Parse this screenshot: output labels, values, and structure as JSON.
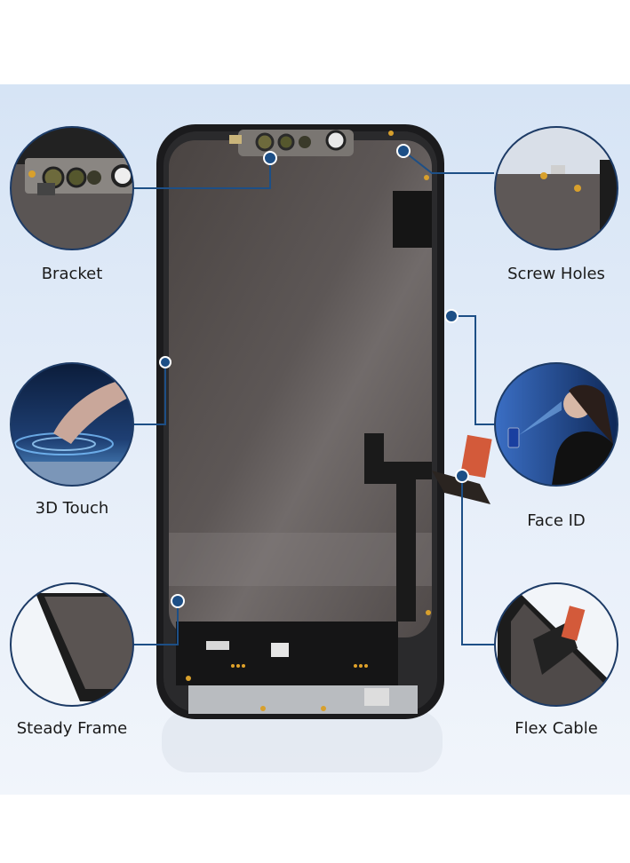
{
  "callouts": {
    "bracket": "Bracket",
    "screw_holes": "Screw Holes",
    "touch": "3D Touch",
    "face_id": "Face ID",
    "frame": "Steady Frame",
    "flex": "Flex Cable"
  },
  "colors": {
    "background_top": "#dbe7f6",
    "background_bottom": "#eef4fb",
    "accent_line": "#1d4f86",
    "panel_dark": "#1a1a1c",
    "panel_gray": "#5a5452",
    "flex_orange": "#d35a3a",
    "metal_plate": "#b9bcc0"
  }
}
